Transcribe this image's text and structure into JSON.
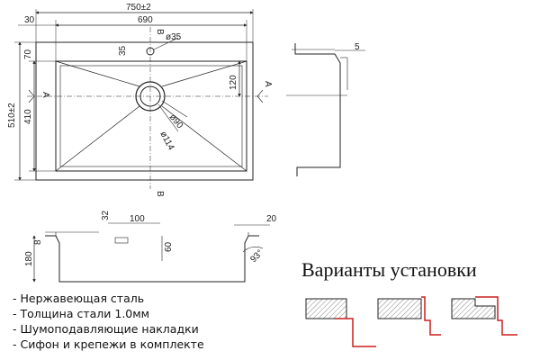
{
  "dimensions": {
    "overall_width": "750±2",
    "inner_width": "690",
    "left_margin": "30",
    "overall_height": "510±2",
    "inner_height": "410",
    "top_margin": "70",
    "drain_offset_x": "35",
    "drain_offset_y": "120",
    "hole_diameter": "ø35",
    "drain_d90": "ø90",
    "drain_d114": "ø114",
    "side_depth_step": "5",
    "section_32": "32",
    "section_100": "100",
    "section_20": "20",
    "section_180": "180",
    "section_8": "8",
    "section_60": "60",
    "angle": "93°"
  },
  "section_marks": {
    "a": "A",
    "b": "B"
  },
  "specs": [
    "- Нержавеющая сталь",
    "- Толщина стали 1.0мм",
    "- Шумоподавляющие накладки",
    "- Сифон и крепежи в комплекте"
  ],
  "variants_title": "Варианты установки",
  "colors": {
    "line": "#222222",
    "accent": "#cc1f1f",
    "hatch": "#888888"
  }
}
